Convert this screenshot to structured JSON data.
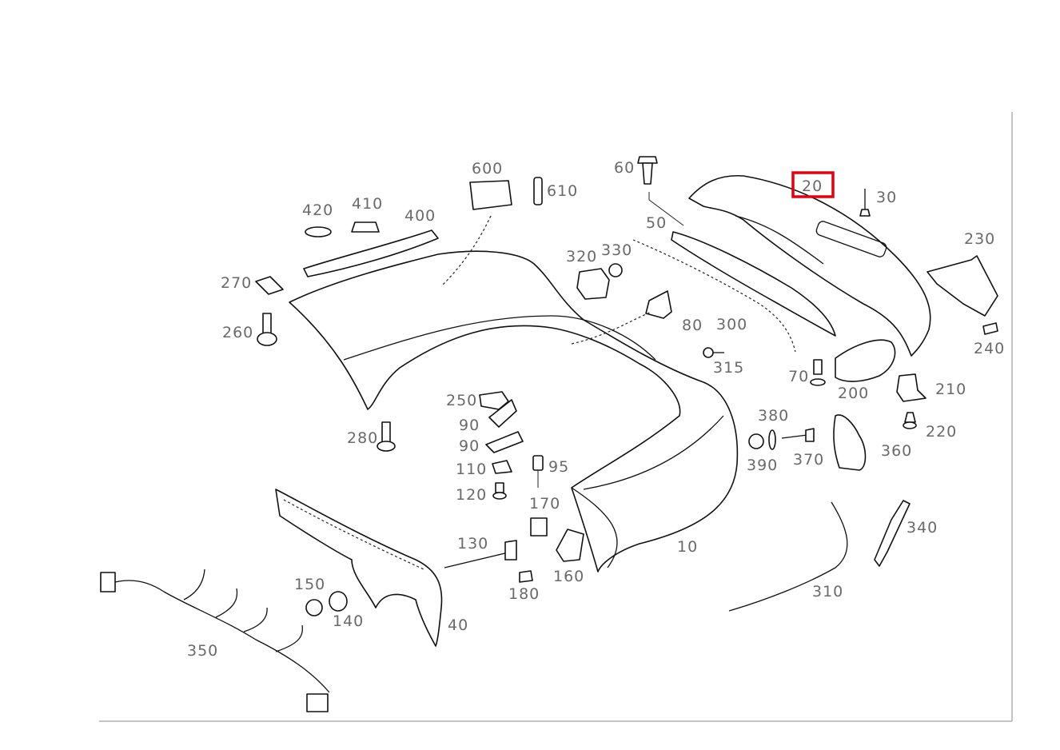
{
  "highlight": {
    "part": "20",
    "color": "#e3000f"
  },
  "parts": [
    {
      "key": "p10",
      "label": "10"
    },
    {
      "key": "p20",
      "label": "20"
    },
    {
      "key": "p30",
      "label": "30"
    },
    {
      "key": "p40",
      "label": "40"
    },
    {
      "key": "p50",
      "label": "50"
    },
    {
      "key": "p60",
      "label": "60"
    },
    {
      "key": "p70",
      "label": "70"
    },
    {
      "key": "p80",
      "label": "80"
    },
    {
      "key": "p90a",
      "label": "90"
    },
    {
      "key": "p90b",
      "label": "90"
    },
    {
      "key": "p95",
      "label": "95"
    },
    {
      "key": "p110",
      "label": "110"
    },
    {
      "key": "p120",
      "label": "120"
    },
    {
      "key": "p130",
      "label": "130"
    },
    {
      "key": "p140",
      "label": "140"
    },
    {
      "key": "p150",
      "label": "150"
    },
    {
      "key": "p160",
      "label": "160"
    },
    {
      "key": "p170",
      "label": "170"
    },
    {
      "key": "p180",
      "label": "180"
    },
    {
      "key": "p200",
      "label": "200"
    },
    {
      "key": "p210",
      "label": "210"
    },
    {
      "key": "p220",
      "label": "220"
    },
    {
      "key": "p230",
      "label": "230"
    },
    {
      "key": "p240",
      "label": "240"
    },
    {
      "key": "p250",
      "label": "250"
    },
    {
      "key": "p260",
      "label": "260"
    },
    {
      "key": "p270",
      "label": "270"
    },
    {
      "key": "p280",
      "label": "280"
    },
    {
      "key": "p300",
      "label": "300"
    },
    {
      "key": "p310",
      "label": "310"
    },
    {
      "key": "p315",
      "label": "315"
    },
    {
      "key": "p320",
      "label": "320"
    },
    {
      "key": "p330",
      "label": "330"
    },
    {
      "key": "p340",
      "label": "340"
    },
    {
      "key": "p350",
      "label": "350"
    },
    {
      "key": "p360",
      "label": "360"
    },
    {
      "key": "p370",
      "label": "370"
    },
    {
      "key": "p380",
      "label": "380"
    },
    {
      "key": "p390",
      "label": "390"
    },
    {
      "key": "p400",
      "label": "400"
    },
    {
      "key": "p410",
      "label": "410"
    },
    {
      "key": "p420",
      "label": "420"
    },
    {
      "key": "p600",
      "label": "600"
    },
    {
      "key": "p610",
      "label": "610"
    }
  ]
}
